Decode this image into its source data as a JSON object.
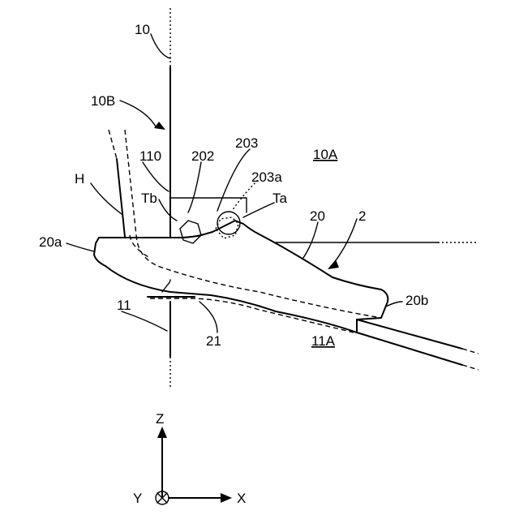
{
  "labels": {
    "l10": "10",
    "l10B": "10B",
    "l110": "110",
    "l202": "202",
    "l203": "203",
    "l10A": "10A",
    "lH": "H",
    "lTb": "Tb",
    "l203a": "203a",
    "lTa": "Ta",
    "l20": "20",
    "l2": "2",
    "l20a": "20a",
    "l20b": "20b",
    "l11": "11",
    "l21": "21",
    "l11A": "11A"
  },
  "axes": {
    "z": "Z",
    "x": "X",
    "y": "Y"
  }
}
